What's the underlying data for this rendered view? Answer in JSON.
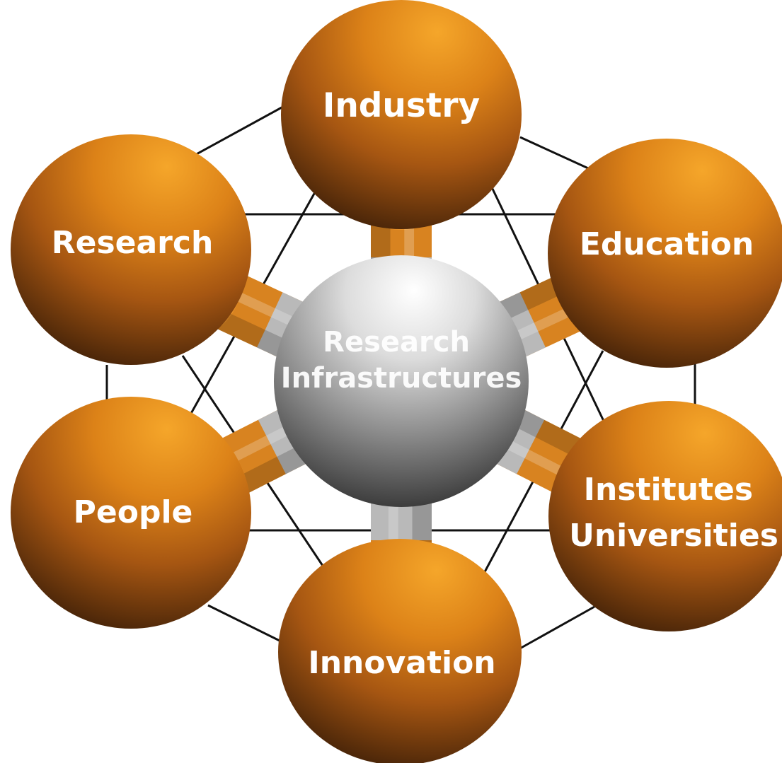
{
  "hub": {
    "lines": [
      "Research",
      "Infrastructures"
    ]
  },
  "nodes": {
    "industry": {
      "lines": [
        "Industry"
      ]
    },
    "research": {
      "lines": [
        "Research"
      ]
    },
    "education": {
      "lines": [
        "Education"
      ]
    },
    "people": {
      "lines": [
        "People"
      ]
    },
    "institutes": {
      "lines": [
        "Institutes",
        "Universities"
      ]
    },
    "innovation": {
      "lines": [
        "Innovation"
      ]
    }
  },
  "colors": {
    "node_highlight": "#f4a324",
    "node_mid": "#d97f17",
    "node_shadow": "#3a1d07",
    "hub_highlight": "#ffffff",
    "hub_shadow": "#2f2f2f",
    "connector": "#111111"
  }
}
